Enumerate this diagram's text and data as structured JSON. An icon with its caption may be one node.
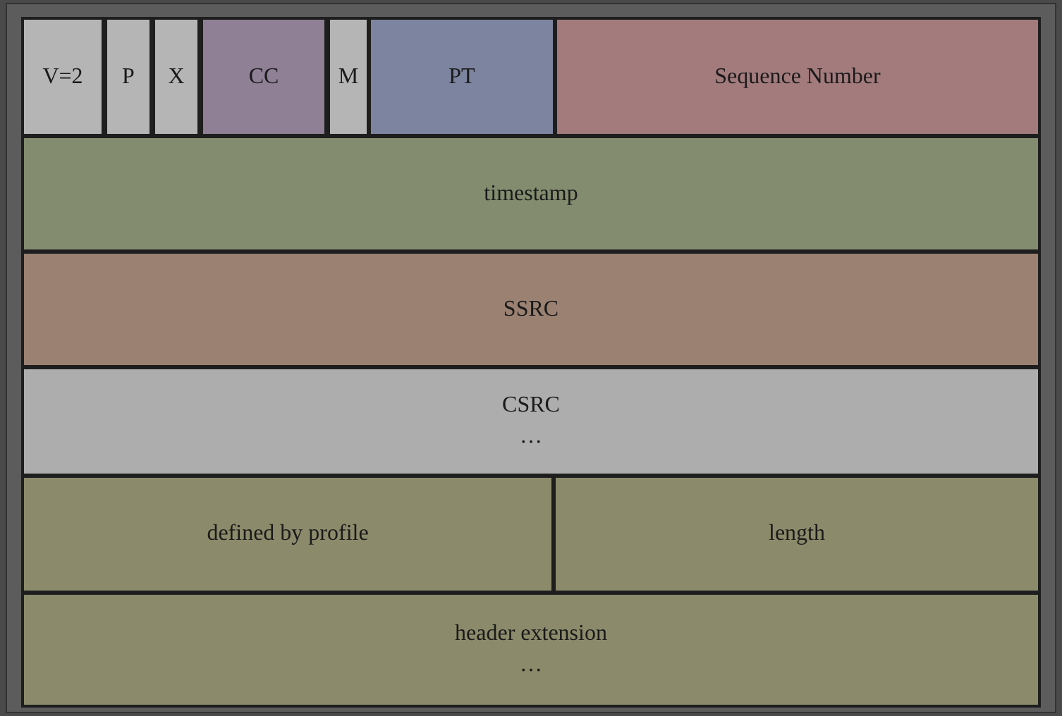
{
  "diagram": {
    "nodes": [
      {
        "text": [
          "V=2"
        ]
      },
      {
        "text": [
          "P"
        ]
      },
      {
        "text": [
          "X"
        ]
      },
      {
        "text": [
          "CC"
        ]
      },
      {
        "text": [
          "M"
        ]
      },
      {
        "text": [
          "PT"
        ]
      },
      {
        "text": [
          "Sequence Number"
        ]
      },
      {
        "text": [
          "timestamp"
        ]
      },
      {
        "text": [
          "SSRC"
        ]
      },
      {
        "text": [
          "CSRC",
          "…"
        ]
      },
      {
        "text": [
          "defined by profile"
        ]
      },
      {
        "text": [
          "length"
        ]
      },
      {
        "text": [
          "header extension",
          "…"
        ]
      }
    ]
  }
}
